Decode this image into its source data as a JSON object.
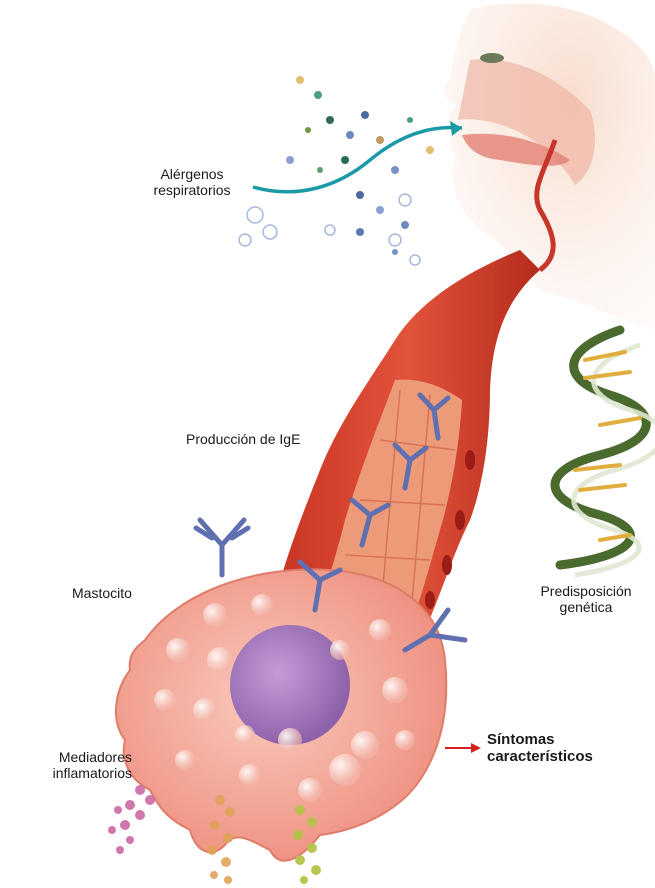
{
  "labels": {
    "allergens": [
      "Alérgenos",
      "respiratorios"
    ],
    "ige": "Producción de IgE",
    "mastocito": "Mastocito",
    "genetica": [
      "Predisposición",
      "genética"
    ],
    "mediadores": [
      "Mediadores",
      "inflamatorios"
    ],
    "sintomas": [
      "Síntomas",
      "característicos"
    ]
  },
  "colors": {
    "skin": "#f6d3c1",
    "vessel": "#d9412f",
    "vessel_inner": "#e98766",
    "mastcell": "#f3a89a",
    "nucleus": "#a77dbd",
    "antibody": "#5f6fb0",
    "arrow_teal": "#1a9aa6",
    "arrow_red": "#d62020",
    "dna_green": "#4a6a2e",
    "dna_gold": "#e1ae3e"
  }
}
